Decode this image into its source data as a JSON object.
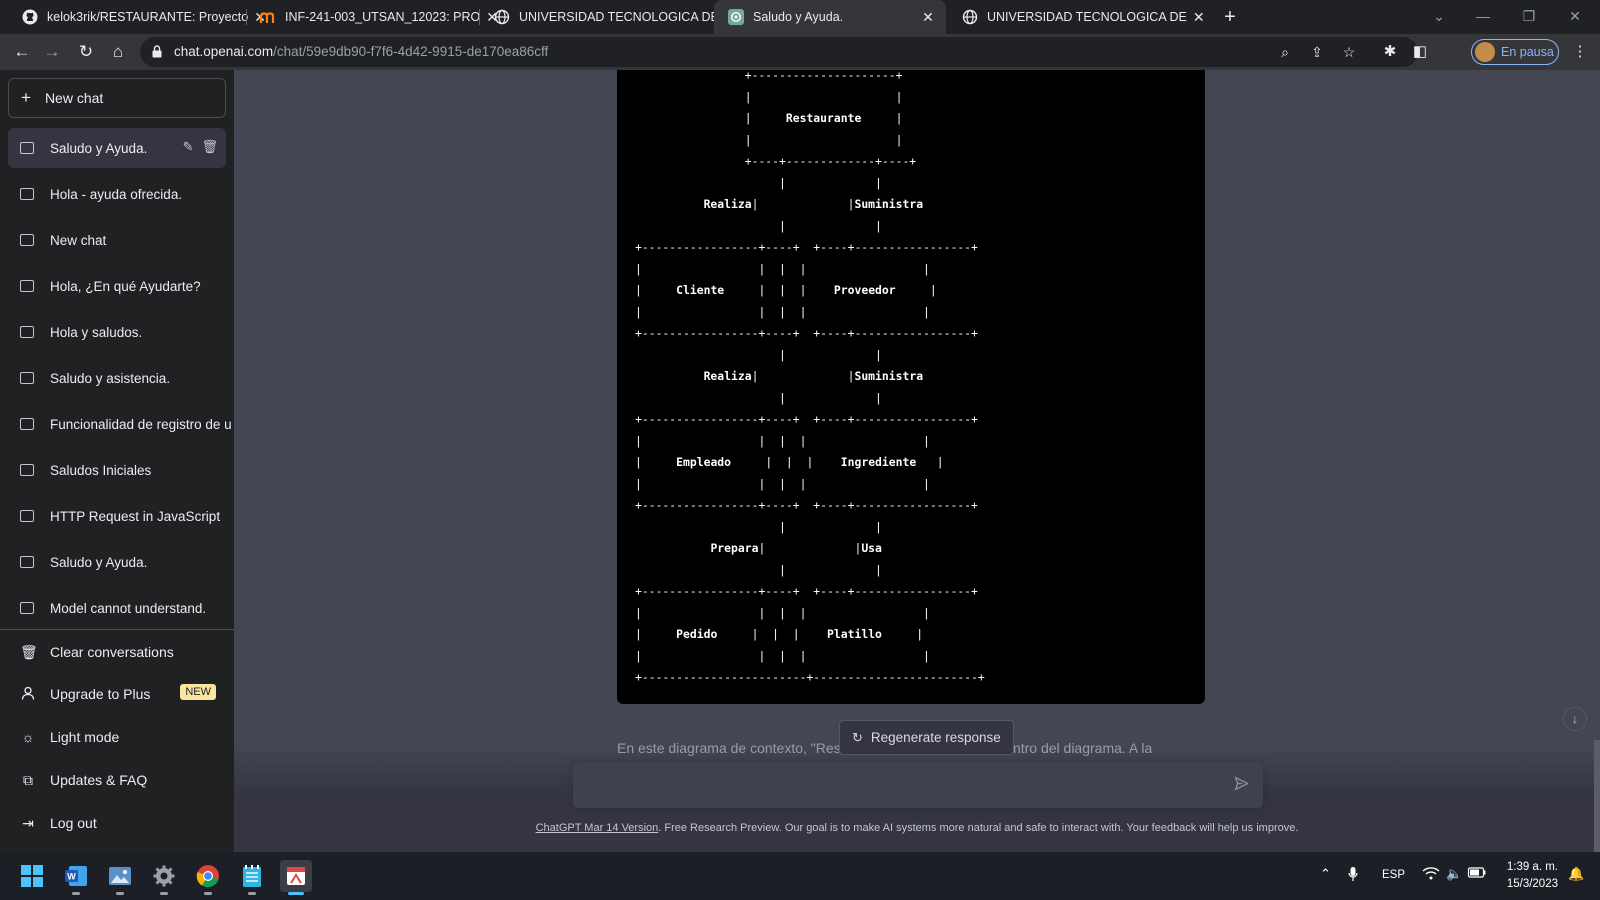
{
  "browser": {
    "tabs": [
      {
        "title": "kelok3rik/RESTAURANTE: Proyecto",
        "icon": "github-icon"
      },
      {
        "title": "INF-241-003_UTSAN_12023: PRO",
        "icon": "moodle-icon"
      },
      {
        "title": "UNIVERSIDAD TECNOLOGICA DE",
        "icon": "globe-icon"
      },
      {
        "title": "Saludo y Ayuda.",
        "icon": "chatgpt-icon"
      },
      {
        "title": "UNIVERSIDAD TECNOLOGICA DE",
        "icon": "globe-icon"
      }
    ],
    "url_domain": "chat.openai.com",
    "url_path": "/chat/59e9db90-f7f6-4d42-9915-de170ea86cff",
    "profile_label": "En pausa"
  },
  "sidebar": {
    "new_chat": "New chat",
    "conversations": [
      "Saludo y Ayuda.",
      "Hola - ayuda ofrecida.",
      "New chat",
      "Hola, ¿En qué Ayudarte?",
      "Hola y saludos.",
      "Saludo y asistencia.",
      "Funcionalidad de registro de u",
      "Saludos Iniciales",
      "HTTP Request in JavaScript",
      "Saludo y Ayuda.",
      "Model cannot understand."
    ],
    "clear": "Clear conversations",
    "upgrade": "Upgrade to Plus",
    "new_badge": "NEW",
    "light_mode": "Light mode",
    "updates": "Updates & FAQ",
    "logout": "Log out"
  },
  "diagram": {
    "restaurante": "Restaurante",
    "realiza": "Realiza",
    "suministra": "Suministra",
    "cliente": "Cliente",
    "proveedor": "Proveedor",
    "empleado": "Empleado",
    "ingrediente": "Ingrediente",
    "prepara": "Prepara",
    "usa": "Usa",
    "pedido": "Pedido",
    "platillo": "Platillo"
  },
  "main": {
    "behind_text": "En este diagrama de contexto, \"Restaurante\" se coloca en el centro del diagrama. A la",
    "regenerate": "Regenerate response",
    "input_placeholder": "",
    "footer_link": "ChatGPT Mar 14 Version",
    "footer_text": ". Free Research Preview. Our goal is to make AI systems more natural and safe to interact with. Your feedback will help us improve."
  },
  "taskbar": {
    "language": "ESP",
    "time": "1:39 a. m.",
    "date": "15/3/2023"
  }
}
